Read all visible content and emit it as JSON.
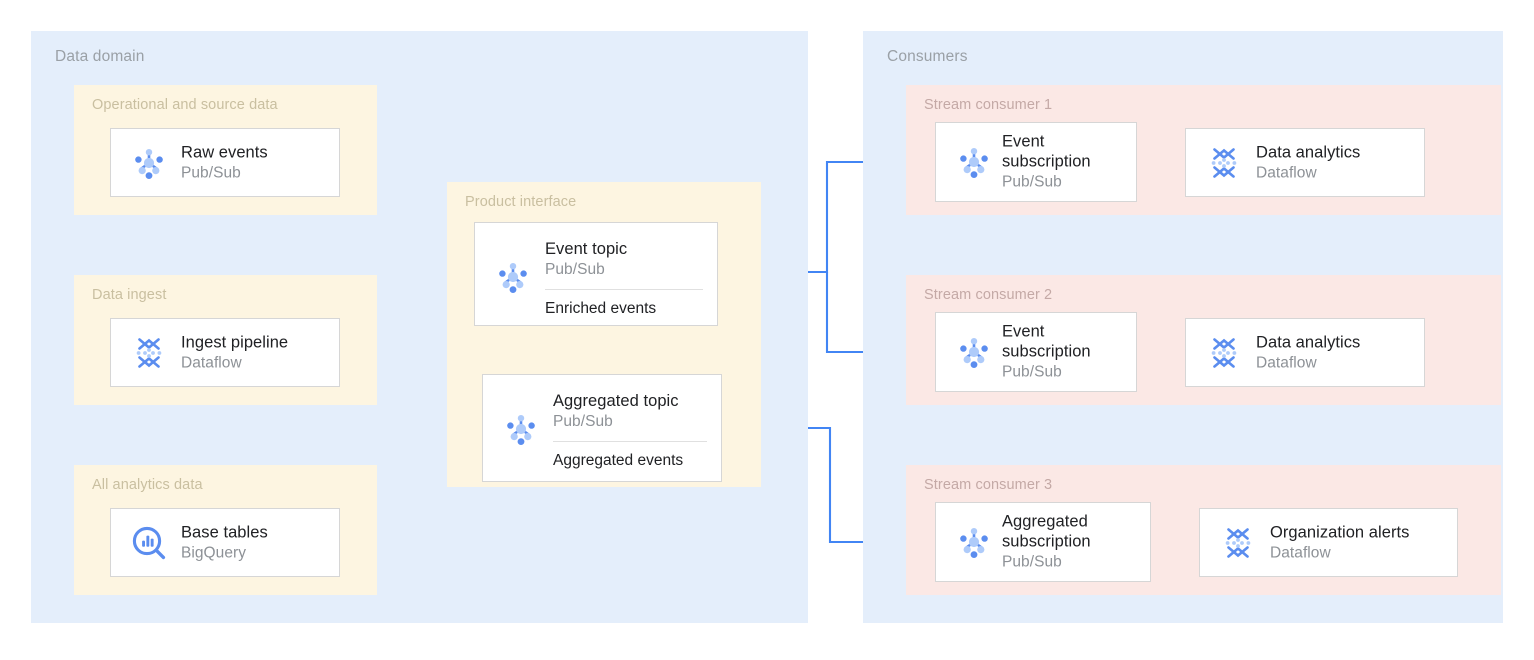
{
  "palette": {
    "panel_blue": "#e4eefb",
    "group_yellow": "#fdf5e1",
    "group_pink": "#fbe8e5",
    "card_bg": "#ffffff",
    "card_border": "#d6d6d6",
    "arrow": "#4285f4",
    "icon_blue_dark": "#5b8def",
    "icon_blue_light": "#aecbfa",
    "title_text": "#202124",
    "subtitle_text": "#8d9196",
    "panel_title_text": "#9aa0a6"
  },
  "panels": {
    "data_domain": {
      "title": "Data domain"
    },
    "consumers": {
      "title": "Consumers"
    }
  },
  "groups": {
    "operational": {
      "title": "Operational and source data"
    },
    "data_ingest": {
      "title": "Data ingest"
    },
    "all_analytics": {
      "title": "All analytics data"
    },
    "product_interface": {
      "title": "Product interface"
    },
    "stream_consumer_1": {
      "title": "Stream consumer 1"
    },
    "stream_consumer_2": {
      "title": "Stream consumer 2"
    },
    "stream_consumer_3": {
      "title": "Stream consumer 3"
    }
  },
  "cards": {
    "raw_events": {
      "title": "Raw events",
      "subtitle": "Pub/Sub",
      "icon": "pubsub-icon"
    },
    "ingest_pipeline": {
      "title": "Ingest pipeline",
      "subtitle": "Dataflow",
      "icon": "dataflow-icon"
    },
    "base_tables": {
      "title": "Base tables",
      "subtitle": "BigQuery",
      "icon": "bigquery-icon"
    },
    "event_topic": {
      "title": "Event topic",
      "subtitle": "Pub/Sub",
      "footer": "Enriched events",
      "icon": "pubsub-icon"
    },
    "aggregated_topic": {
      "title": "Aggregated topic",
      "subtitle": "Pub/Sub",
      "footer": "Aggregated events",
      "icon": "pubsub-icon"
    },
    "event_subscription_1": {
      "title": "Event subscription",
      "subtitle": "Pub/Sub",
      "icon": "pubsub-icon"
    },
    "data_analytics_1": {
      "title": "Data analytics",
      "subtitle": "Dataflow",
      "icon": "dataflow-icon"
    },
    "event_subscription_2": {
      "title": "Event subscription",
      "subtitle": "Pub/Sub",
      "icon": "pubsub-icon"
    },
    "data_analytics_2": {
      "title": "Data analytics",
      "subtitle": "Dataflow",
      "icon": "dataflow-icon"
    },
    "aggregated_subscription_3": {
      "title": "Aggregated subscription",
      "subtitle": "Pub/Sub",
      "icon": "pubsub-icon"
    },
    "organization_alerts_3": {
      "title": "Organization alerts",
      "subtitle": "Dataflow",
      "icon": "dataflow-icon"
    }
  },
  "flows": [
    {
      "from": "raw_events",
      "to": "ingest_pipeline"
    },
    {
      "from": "ingest_pipeline",
      "to": "base_tables"
    },
    {
      "from": "ingest_pipeline",
      "to": "event_topic"
    },
    {
      "from": "ingest_pipeline",
      "to": "aggregated_topic"
    },
    {
      "from": "event_topic",
      "to": "event_subscription_1"
    },
    {
      "from": "event_topic",
      "to": "event_subscription_2"
    },
    {
      "from": "aggregated_topic",
      "to": "aggregated_subscription_3"
    },
    {
      "from": "event_subscription_1",
      "to": "data_analytics_1"
    },
    {
      "from": "event_subscription_2",
      "to": "data_analytics_2"
    },
    {
      "from": "aggregated_subscription_3",
      "to": "organization_alerts_3"
    }
  ]
}
